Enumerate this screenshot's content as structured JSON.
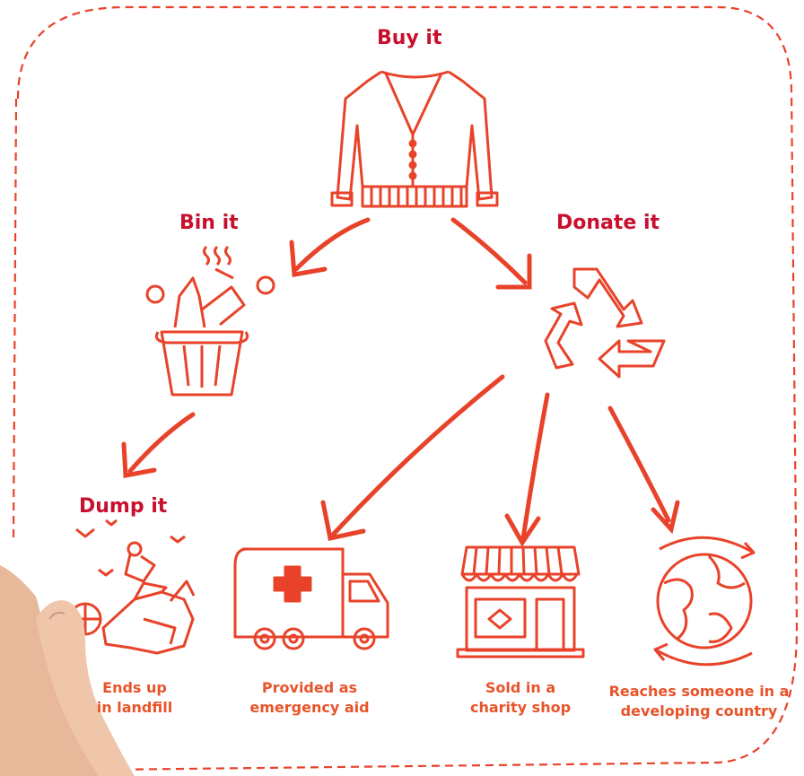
{
  "labels": {
    "buy": "Buy it",
    "bin": "Bin it",
    "donate": "Donate it",
    "dump": "Dump it"
  },
  "captions": {
    "landfill_1": "Ends up",
    "landfill_2": "in landfill",
    "aid_1": "Provided as",
    "aid_2": "emergency aid",
    "charity_1": "Sold in a",
    "charity_2": "charity shop",
    "developing_1": "Reaches someone in a",
    "developing_2": "developing country"
  },
  "colors": {
    "accent": "#e8432a",
    "heading": "#c8102e",
    "skin": "#e8b89a"
  },
  "icons": [
    "cardigan-icon",
    "rubbish-bin-icon",
    "recycle-icon",
    "landfill-icon",
    "ambulance-icon",
    "charity-shop-icon",
    "globe-icon"
  ]
}
